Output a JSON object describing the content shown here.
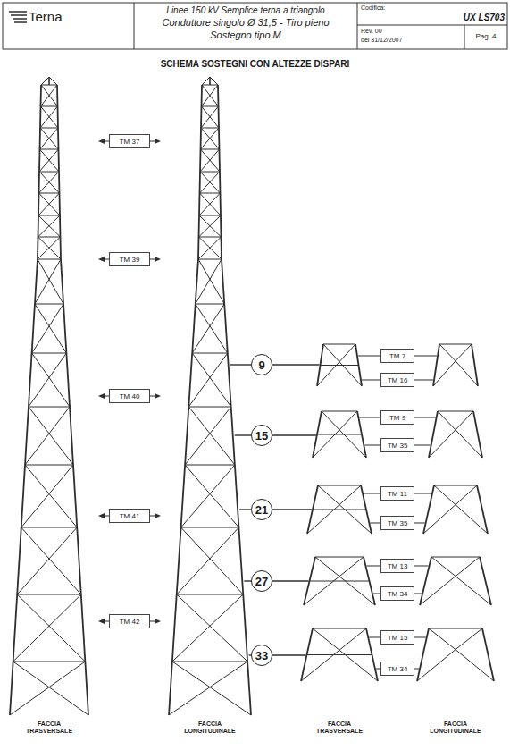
{
  "diagram": {
    "title": "SCHEMA SOSTEGNI CON ALTEZZE DISPARI",
    "nodes": [
      {
        "text": [
          "TM 37"
        ]
      },
      {
        "text": [
          "TM 39"
        ]
      },
      {
        "text": [
          "9"
        ]
      },
      {
        "text": [
          "TM 7"
        ]
      },
      {
        "text": [
          "TM 16"
        ]
      },
      {
        "text": [
          "TM 40"
        ]
      },
      {
        "text": [
          "15"
        ]
      },
      {
        "text": [
          "TM 9"
        ]
      },
      {
        "text": [
          "TM 35"
        ]
      },
      {
        "text": [
          "21"
        ]
      },
      {
        "text": [
          "TM 11"
        ]
      },
      {
        "text": [
          "TM 35"
        ]
      },
      {
        "text": [
          "TM 41"
        ]
      },
      {
        "text": [
          "27"
        ]
      },
      {
        "text": [
          "TM 13"
        ]
      },
      {
        "text": [
          "TM 34"
        ]
      },
      {
        "text": [
          "TM 42"
        ]
      },
      {
        "text": [
          "33"
        ]
      },
      {
        "text": [
          "TM 15"
        ]
      },
      {
        "text": [
          "TM 34"
        ]
      }
    ],
    "labels": [
      "Terna",
      "Linee 150 kV Semplice terna a triangolo",
      "Conduttore singolo Ø 31,5 - Tiro pieno",
      "Sostegno tipo M",
      "Codifica:",
      "UX LS703",
      "Rev. 00",
      "del 31/12/2007",
      "Pag. 4",
      "FACCIA TRASVERSALE",
      "FACCIA LONGITUDINALE",
      "FACCIA TRASVERSALE",
      "FACCIA LONGITUDINALE"
    ]
  }
}
